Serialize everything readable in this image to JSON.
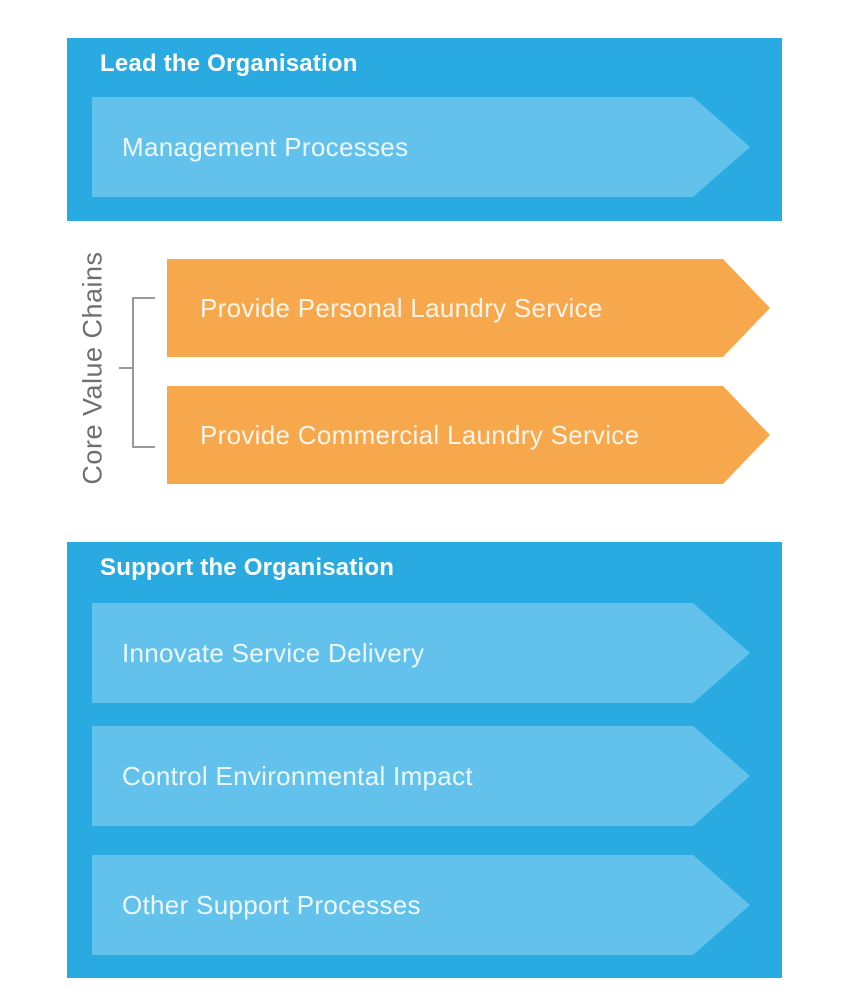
{
  "colors": {
    "section_blue": "#29ABE2",
    "arrow_light_blue": "#63C2EC",
    "arrow_orange": "#F7A84C",
    "bracket_gray": "#999999",
    "core_label_gray": "#6F6F6F"
  },
  "lead_section": {
    "title": "Lead the Organisation",
    "arrows": [
      {
        "label": "Management Processes"
      }
    ]
  },
  "core_section": {
    "label": "Core Value Chains",
    "arrows": [
      {
        "label": "Provide Personal Laundry Service"
      },
      {
        "label": "Provide Commercial Laundry Service"
      }
    ]
  },
  "support_section": {
    "title": "Support the Organisation",
    "arrows": [
      {
        "label": "Innovate Service Delivery"
      },
      {
        "label": "Control Environmental Impact"
      },
      {
        "label": "Other Support Processes"
      }
    ]
  }
}
